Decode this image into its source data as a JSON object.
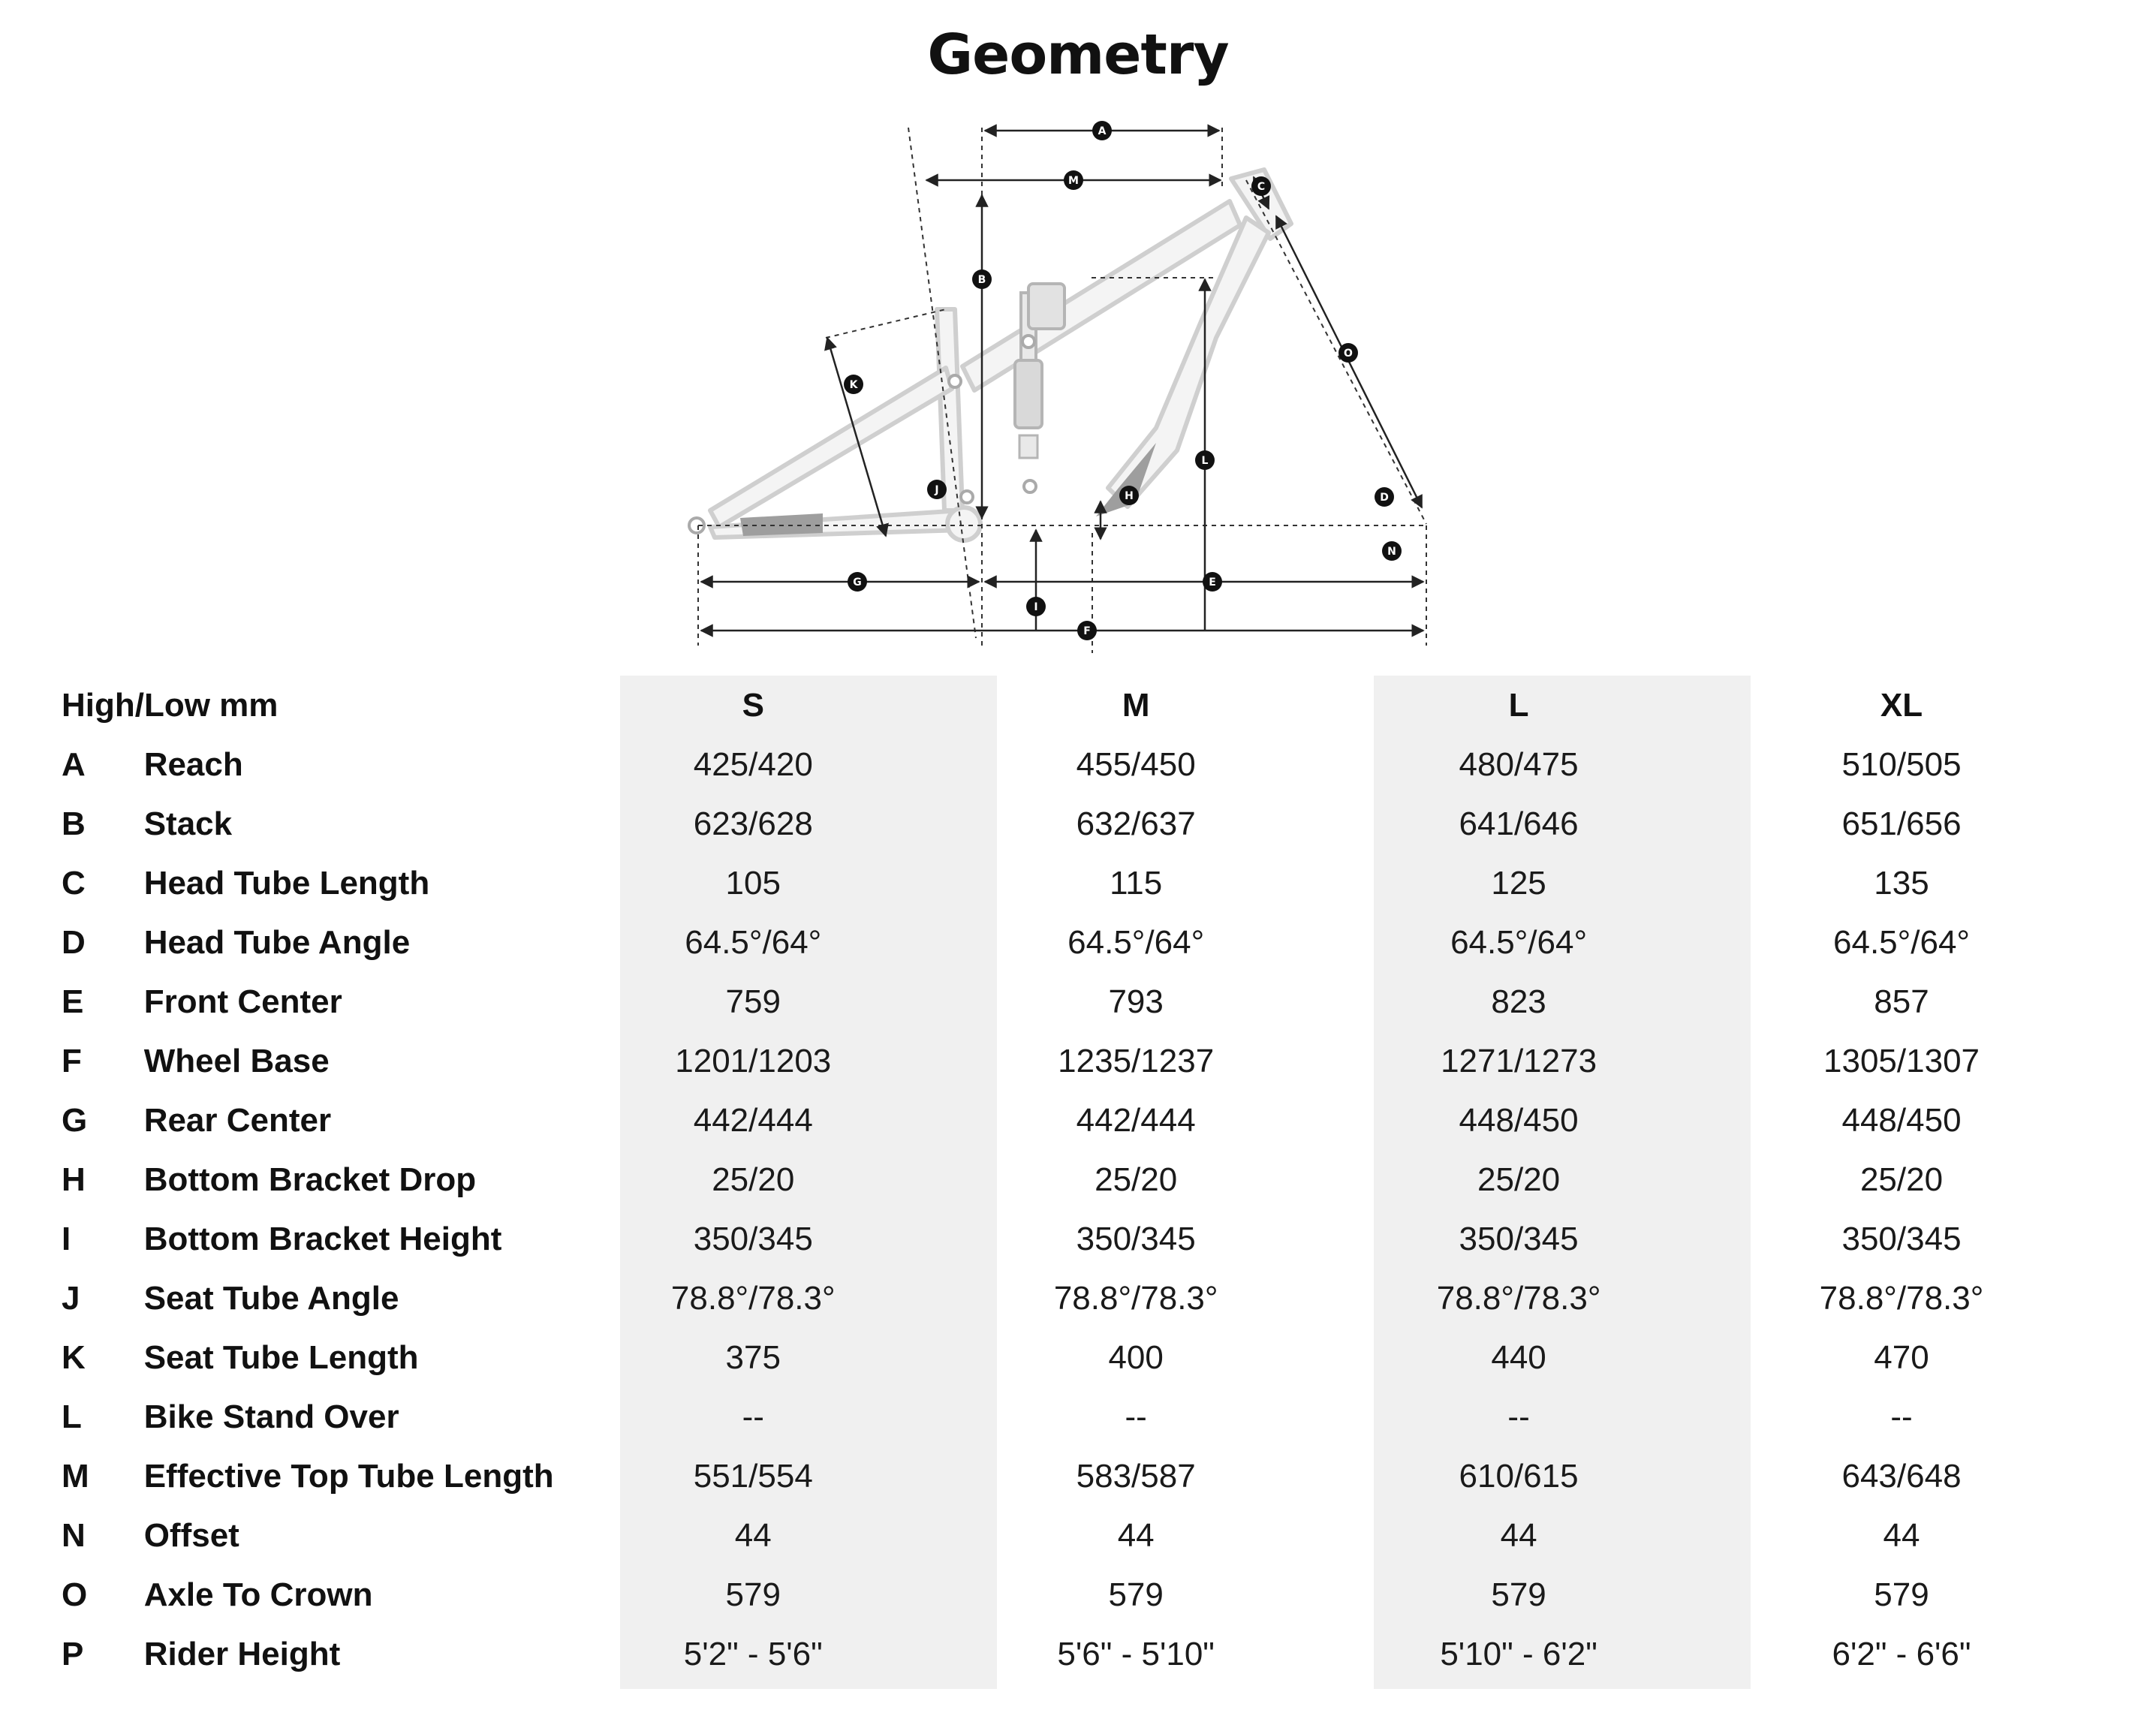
{
  "title": "Geometry",
  "table": {
    "unit_header": "High/Low mm",
    "sizes": [
      "S",
      "M",
      "L",
      "XL"
    ],
    "rows": [
      {
        "letter": "A",
        "name": "Reach",
        "values": [
          "425/420",
          "455/450",
          "480/475",
          "510/505"
        ]
      },
      {
        "letter": "B",
        "name": "Stack",
        "values": [
          "623/628",
          "632/637",
          "641/646",
          "651/656"
        ]
      },
      {
        "letter": "C",
        "name": "Head Tube Length",
        "values": [
          "105",
          "115",
          "125",
          "135"
        ]
      },
      {
        "letter": "D",
        "name": "Head Tube Angle",
        "values": [
          "64.5°/64°",
          "64.5°/64°",
          "64.5°/64°",
          "64.5°/64°"
        ]
      },
      {
        "letter": "E",
        "name": "Front Center",
        "values": [
          "759",
          "793",
          "823",
          "857"
        ]
      },
      {
        "letter": "F",
        "name": "Wheel Base",
        "values": [
          "1201/1203",
          "1235/1237",
          "1271/1273",
          "1305/1307"
        ]
      },
      {
        "letter": "G",
        "name": "Rear Center",
        "values": [
          "442/444",
          "442/444",
          "448/450",
          "448/450"
        ]
      },
      {
        "letter": "H",
        "name": "Bottom Bracket Drop",
        "values": [
          "25/20",
          "25/20",
          "25/20",
          "25/20"
        ]
      },
      {
        "letter": "I",
        "name": "Bottom Bracket Height",
        "values": [
          "350/345",
          "350/345",
          "350/345",
          "350/345"
        ]
      },
      {
        "letter": "J",
        "name": "Seat Tube Angle",
        "values": [
          "78.8°/78.3°",
          "78.8°/78.3°",
          "78.8°/78.3°",
          "78.8°/78.3°"
        ]
      },
      {
        "letter": "K",
        "name": "Seat Tube Length",
        "values": [
          "375",
          "400",
          "440",
          "470"
        ]
      },
      {
        "letter": "L",
        "name": "Bike Stand Over",
        "values": [
          "--",
          "--",
          "--",
          "--"
        ]
      },
      {
        "letter": "M",
        "name": "Effective Top Tube Length",
        "values": [
          "551/554",
          "583/587",
          "610/615",
          "643/648"
        ]
      },
      {
        "letter": "N",
        "name": "Offset",
        "values": [
          "44",
          "44",
          "44",
          "44"
        ]
      },
      {
        "letter": "O",
        "name": "Axle To Crown",
        "values": [
          "579",
          "579",
          "579",
          "579"
        ]
      },
      {
        "letter": "P",
        "name": "Rider Height",
        "values": [
          "5'2\" - 5'6\"",
          "5'6\" - 5'10\"",
          "5'10\" - 6'2\"",
          "6'2\" - 6'6\""
        ]
      }
    ]
  },
  "diagram": {
    "markers": [
      "A",
      "B",
      "C",
      "D",
      "E",
      "F",
      "G",
      "H",
      "I",
      "J",
      "K",
      "L",
      "M",
      "N",
      "O"
    ]
  },
  "colors": {
    "shaded_column": "#f0f0f0",
    "frame_fill": "#f4f4f4",
    "frame_stroke": "#cfcfcf",
    "dimension_line": "#222222",
    "accent_gray": "#9e9e9e"
  }
}
